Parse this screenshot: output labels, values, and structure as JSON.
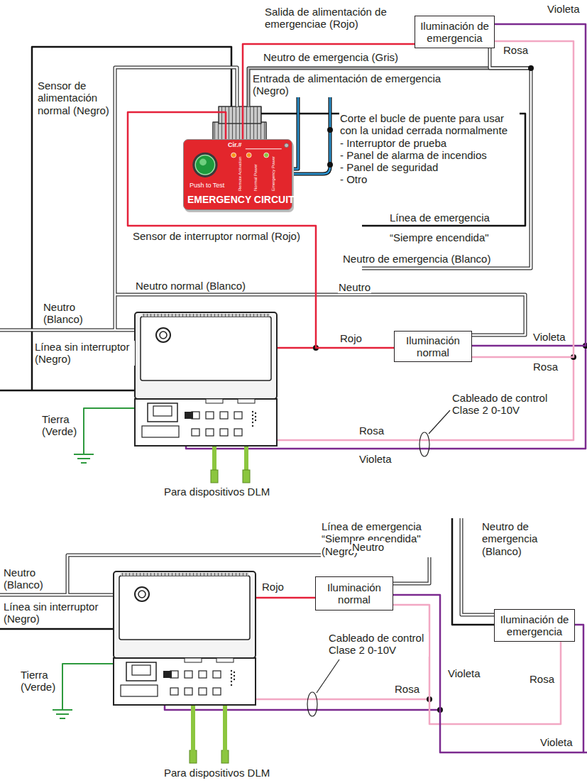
{
  "diagram": {
    "nodes": [
      {
        "text": [
          "Iluminación de emergencia"
        ]
      },
      {
        "text": [
          "Cir.#",
          "Remote Activation",
          "Normal Power",
          "Emergency Power",
          "Push to Test",
          "EMERGENCY CIRCUIT"
        ]
      },
      {
        "text": [
          "Iluminación normal"
        ]
      },
      {
        "text": [
          "Iluminación normal"
        ]
      },
      {
        "text": [
          "Iluminación de emergencia"
        ]
      }
    ],
    "edges": [
      {
        "from": 1,
        "to": 0,
        "arrow": "none"
      },
      {
        "from": 1,
        "to": 2,
        "arrow": "none"
      },
      {
        "from": 0,
        "to": 2,
        "arrow": "none"
      },
      {
        "from": 0,
        "to": 2,
        "arrow": "none"
      },
      {
        "from": 3,
        "to": 4,
        "arrow": "none"
      },
      {
        "from": 3,
        "to": 4,
        "arrow": "none"
      }
    ],
    "labels": [
      "Salida de alimentación de emergenciae (Rojo)",
      "Violeta",
      "Neutro de emergencia (Gris)",
      "Rosa",
      "Sensor de alimentación normal (Negro)",
      "Entrada de alimentación de emergencia (Negro)",
      "Corte el bucle de puente para usar con la unidad cerrada normalmente",
      "- Interruptor de prueba",
      "- Panel de alarma de incendios",
      "- Panel de seguridad",
      "- Otro",
      "Línea de emergencia",
      "“Siempre encendida\"",
      "Sensor de interruptor normal (Rojo)",
      "Neutro de emergencia (Blanco)",
      "Neutro normal (Blanco)",
      "Neutro",
      "Neutro (Blanco)",
      "Rojo",
      "Violeta",
      "Línea sin interruptor (Negro)",
      "Rosa",
      "Cableado de control Clase 2 0-10V",
      "Tierra (Verde)",
      "Rosa",
      "Violeta",
      "Para dispositivos DLM",
      "Línea de emergencia “Siempre encendida\" (Negro)",
      "Neutro de emergencia (Blanco)",
      "Neutro",
      "Neutro (Blanco)",
      "Rojo",
      "Línea sin interruptor (Negro)",
      "Cableado de control Clase 2 0-10V",
      "Violeta",
      "Tierra (Verde)",
      "Rosa",
      "Rosa",
      "Violeta",
      "Para dispositivos DLM"
    ]
  }
}
